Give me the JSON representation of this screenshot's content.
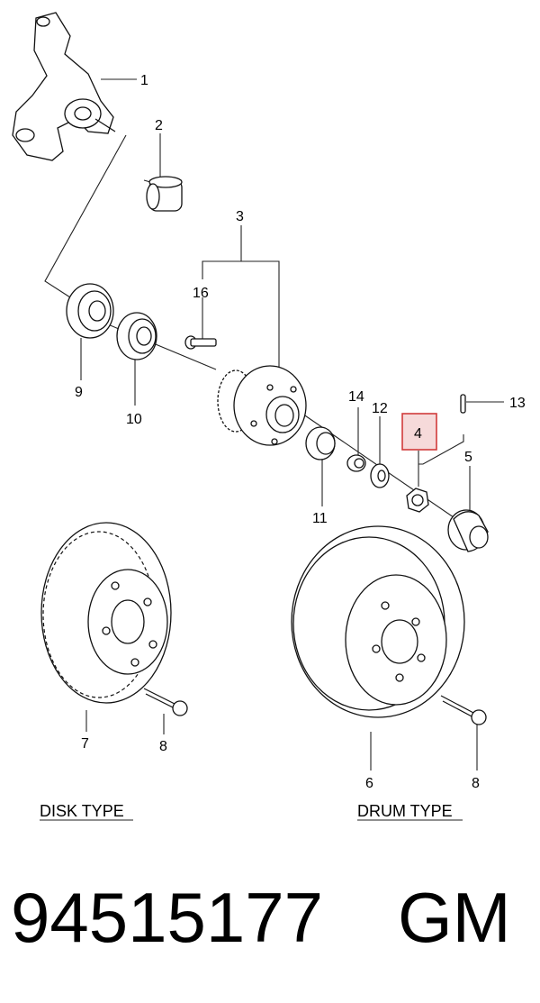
{
  "callouts": {
    "c1": "1",
    "c2": "2",
    "c3": "3",
    "c4": "4",
    "c5": "5",
    "c6": "6",
    "c7": "7",
    "c8a": "8",
    "c8b": "8",
    "c9": "9",
    "c10": "10",
    "c11": "11",
    "c12": "12",
    "c13": "13",
    "c14": "14",
    "c16": "16"
  },
  "highlighted_callout": "4",
  "sections": {
    "disk": "DISK TYPE",
    "drum": "DRUM TYPE"
  },
  "part_number": "94515177",
  "brand": "GM",
  "colors": {
    "highlight_border": "#d13b3b",
    "highlight_fill": "#f6dada",
    "line": "#222222"
  }
}
